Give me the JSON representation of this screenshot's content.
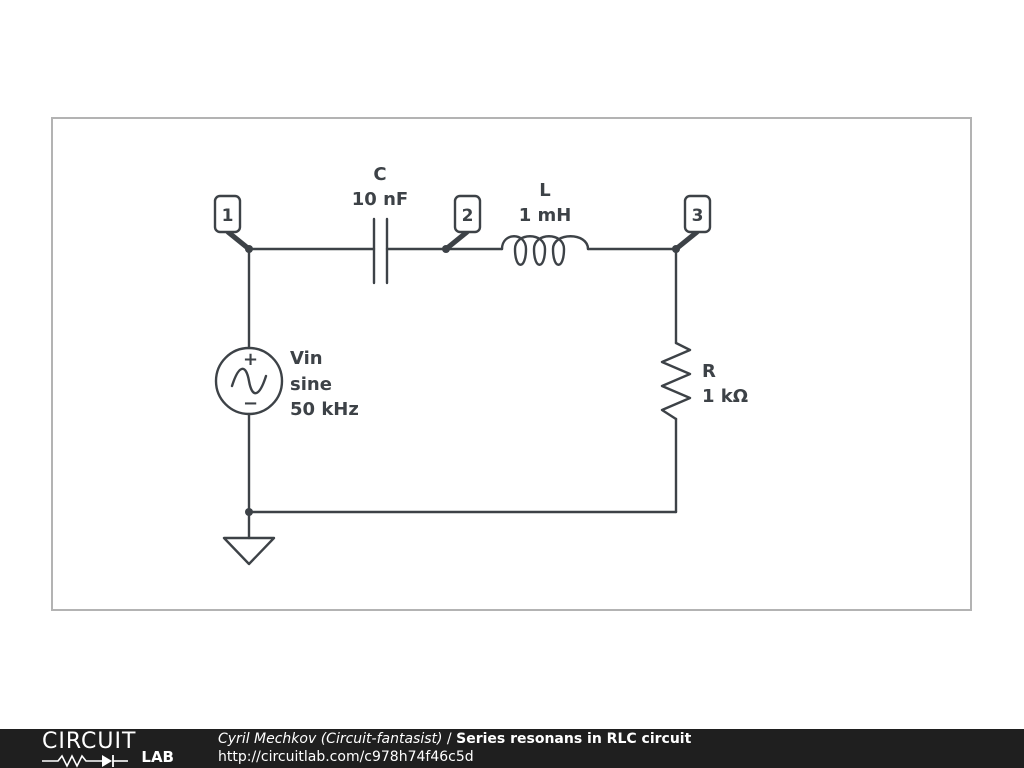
{
  "components": {
    "capacitor": {
      "name": "C",
      "value": "10 nF"
    },
    "inductor": {
      "name": "L",
      "value": "1 mH"
    },
    "resistor": {
      "name": "R",
      "value": "1 kΩ"
    },
    "source": {
      "name": "Vin",
      "type": "sine",
      "frequency": "50 kHz",
      "plus": "+",
      "minus": "−"
    }
  },
  "nodes": [
    "1",
    "2",
    "3"
  ],
  "footer": {
    "brand_top": "CIRCUIT",
    "brand_bottom": "LAB",
    "author": "Cyril Mechkov (Circuit-fantasist)",
    "separator": " / ",
    "title": "Series resonans in RLC circuit",
    "url": "http://circuitlab.com/c978h74f46c5d"
  },
  "colors": {
    "line": "#3d4247",
    "frame": "#b3b3b3",
    "footer_bg": "#1f1f1f"
  }
}
